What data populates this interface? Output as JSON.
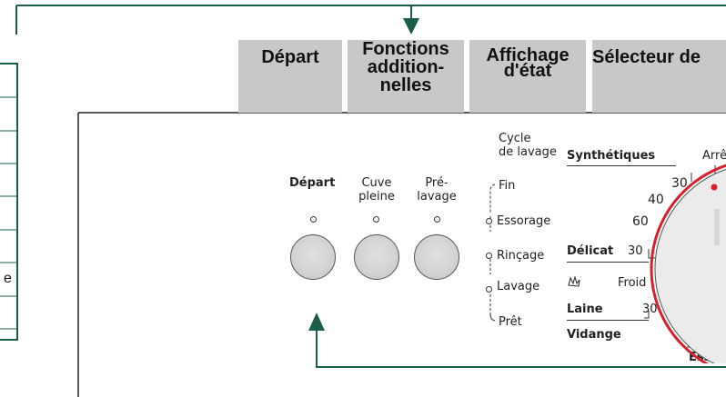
{
  "tabs": {
    "depart": "Départ",
    "fonctions_1": "Fonctions",
    "fonctions_2": "addition-",
    "fonctions_3": "nelles",
    "affichage_1": "Affichage",
    "affichage_2": "d'état",
    "selecteur": "Sélecteur de"
  },
  "left_fragment": "e",
  "buttons": {
    "depart": "Départ",
    "cuve_1": "Cuve",
    "cuve_2": "pleine",
    "pre_1": "Pré-",
    "pre_2": "lavage"
  },
  "status": {
    "cycle_1": "Cycle",
    "cycle_2": "de lavage",
    "fin": "Fin",
    "essorage": "Essorage",
    "rincage": "Rinçage",
    "lavage": "Lavage",
    "pret": "Prêt"
  },
  "selector": {
    "synthetiques": "Synthétiques",
    "arret": "Arrê",
    "t30": "30",
    "t40": "40",
    "t60": "60",
    "delicat": "Délicat",
    "d30": "30",
    "froid": "Froid",
    "laine": "Laine",
    "l30": "30",
    "vidange": "Vidange",
    "essorage": "Essora"
  },
  "colors": {
    "frame": "#1b5e4a",
    "tab_bg": "#c8c8c8",
    "dial_red": "#d8202a"
  }
}
